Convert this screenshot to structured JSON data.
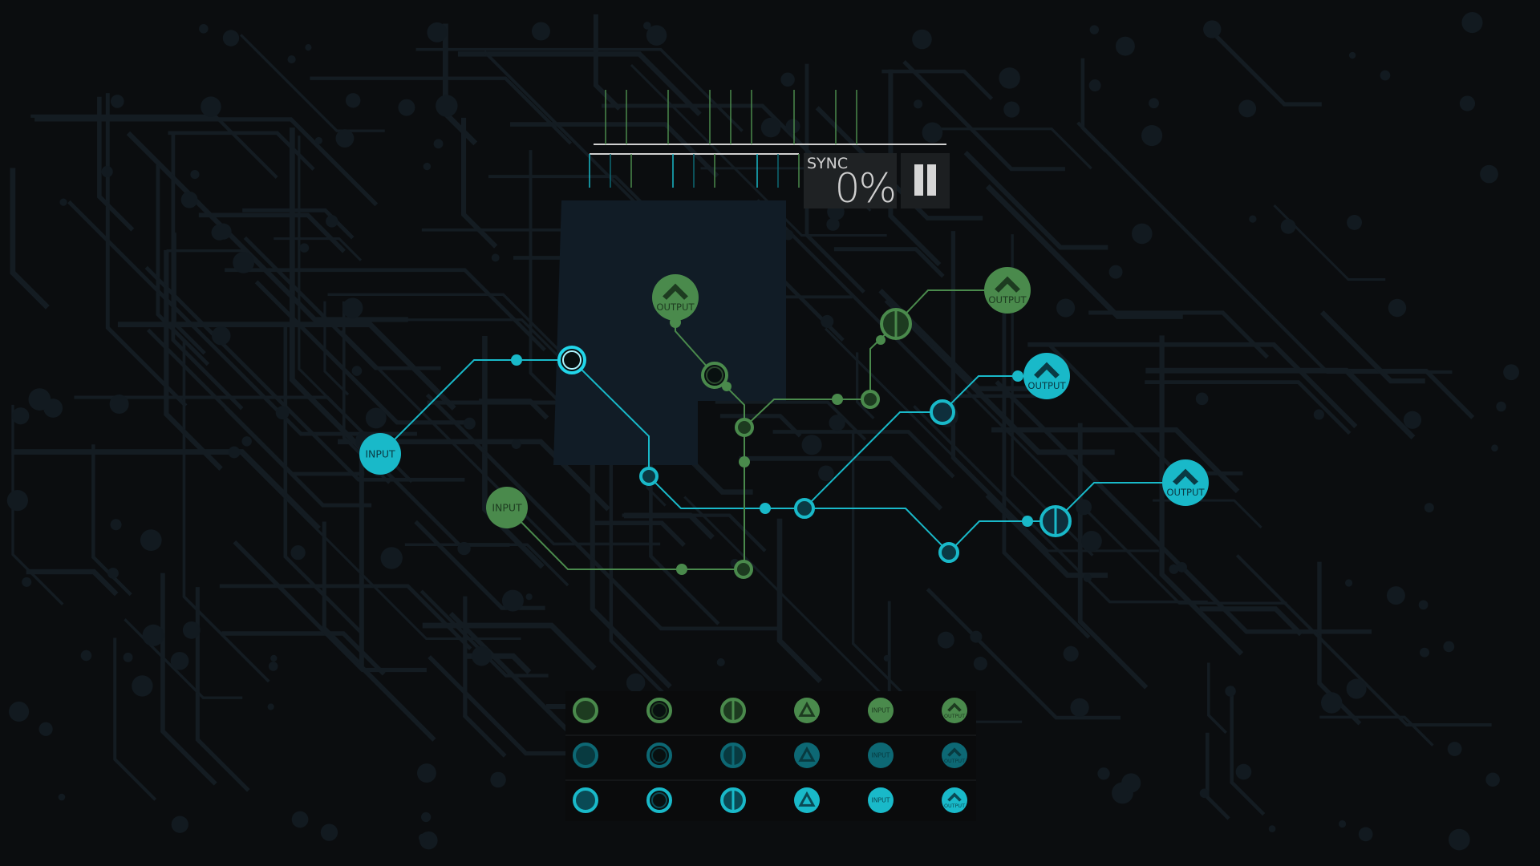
{
  "hud": {
    "sync_label": "SYNC",
    "sync_value": "0%",
    "pause_icon": "pause-icon"
  },
  "labels": {
    "input": "INPUT",
    "output": "OUTPUT"
  },
  "colors": {
    "background": "#0b0d0f",
    "green": "#4a8a4c",
    "green_dark": "#1f3a22",
    "cyan": "#19b9c9",
    "cyan_bright": "#22d6ea",
    "teal": "#0d6874",
    "tick_white": "#d0d0d0"
  },
  "palette": {
    "rows": [
      "green",
      "teal",
      "cyan"
    ],
    "columns": [
      "solid-node",
      "ring-node",
      "split-node",
      "triangle-node",
      "input-node",
      "output-node"
    ]
  }
}
